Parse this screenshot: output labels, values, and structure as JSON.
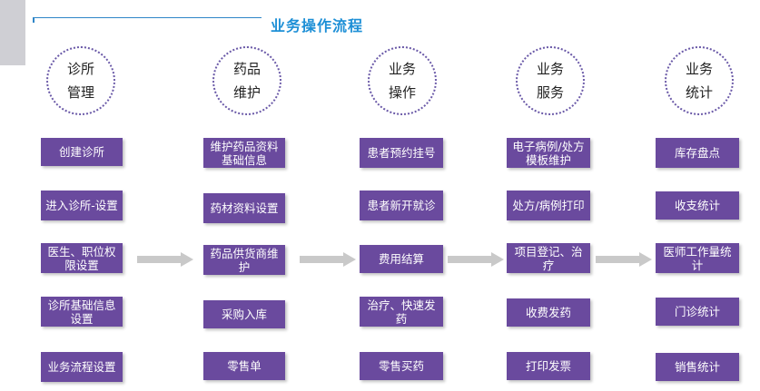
{
  "title": "业务操作流程",
  "columns": [
    {
      "head": [
        "诊所",
        "管理"
      ],
      "items": [
        "创建诊所",
        "进入诊所-设置",
        "医生、职位权限设置",
        "诊所基础信息设置",
        "业务流程设置"
      ]
    },
    {
      "head": [
        "药品",
        "维护"
      ],
      "items": [
        "维护药品资料基础信息",
        "药材资料设置",
        "药品供货商维护",
        "采购入库",
        "零售单"
      ]
    },
    {
      "head": [
        "业务",
        "操作"
      ],
      "items": [
        "患者预约挂号",
        "患者新开就诊",
        "费用结算",
        "治疗、快速发药",
        "零售买药"
      ]
    },
    {
      "head": [
        "业务",
        "服务"
      ],
      "items": [
        "电子病例/处方模板维护",
        "处方/病例打印",
        "项目登记、治疗",
        "收费发药",
        "打印发票"
      ]
    },
    {
      "head": [
        "业务",
        "统计"
      ],
      "items": [
        "库存盘点",
        "收支统计",
        "医师工作量统计",
        "门诊统计",
        "销售统计"
      ]
    }
  ],
  "colors": {
    "box": "#6a4a9e",
    "title": "#1d8fd6",
    "arrow": "#c9c9c9",
    "circle_border": "#6b5aa8"
  }
}
